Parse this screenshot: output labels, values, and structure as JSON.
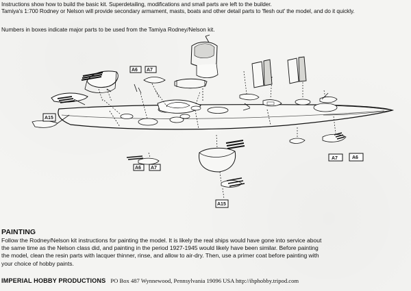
{
  "instructions": {
    "line1": "Instructions show how to build the basic kit.  Superdetailing, modifications and small parts are left to the builder.",
    "line2": "Tamiya's 1:700 Rodney or Nelson will provide secondary armament, masts, boats and other detail parts to 'flesh out' the model, and do it quickly.",
    "boxes_note": "Numbers in boxes indicate major parts to be used from the Tamiya Rodney/Nelson kit."
  },
  "part_labels": {
    "a6_top": "A6",
    "a7_top": "A7",
    "a15_left": "A15",
    "a6_bottom": "A6",
    "a7_bottom": "A7",
    "a7_right": "A7",
    "a6_right": "A6",
    "a15_bottom": "A15"
  },
  "painting": {
    "title": "PAINTING",
    "line1": "Follow the Rodney/Nelson kit instructions for painting the model.  It is likely the real ships would have gone into service about",
    "line2": "the same time as the Nelson class did, and painting in the period 1927-1945 would likely have been similar.  Before painting",
    "line3": "the model, clean the resin parts with lacquer thinner, rinse, and allow to air-dry.  Then, use a primer coat before painting with",
    "line4": "your choice of hobby paints."
  },
  "footer": {
    "company": "IMPERIAL HOBBY PRODUCTIONS",
    "address": "PO Box 487  Wynnewood, Pennsylvania 19096  USA   http://ihphobby.tripod.com"
  }
}
